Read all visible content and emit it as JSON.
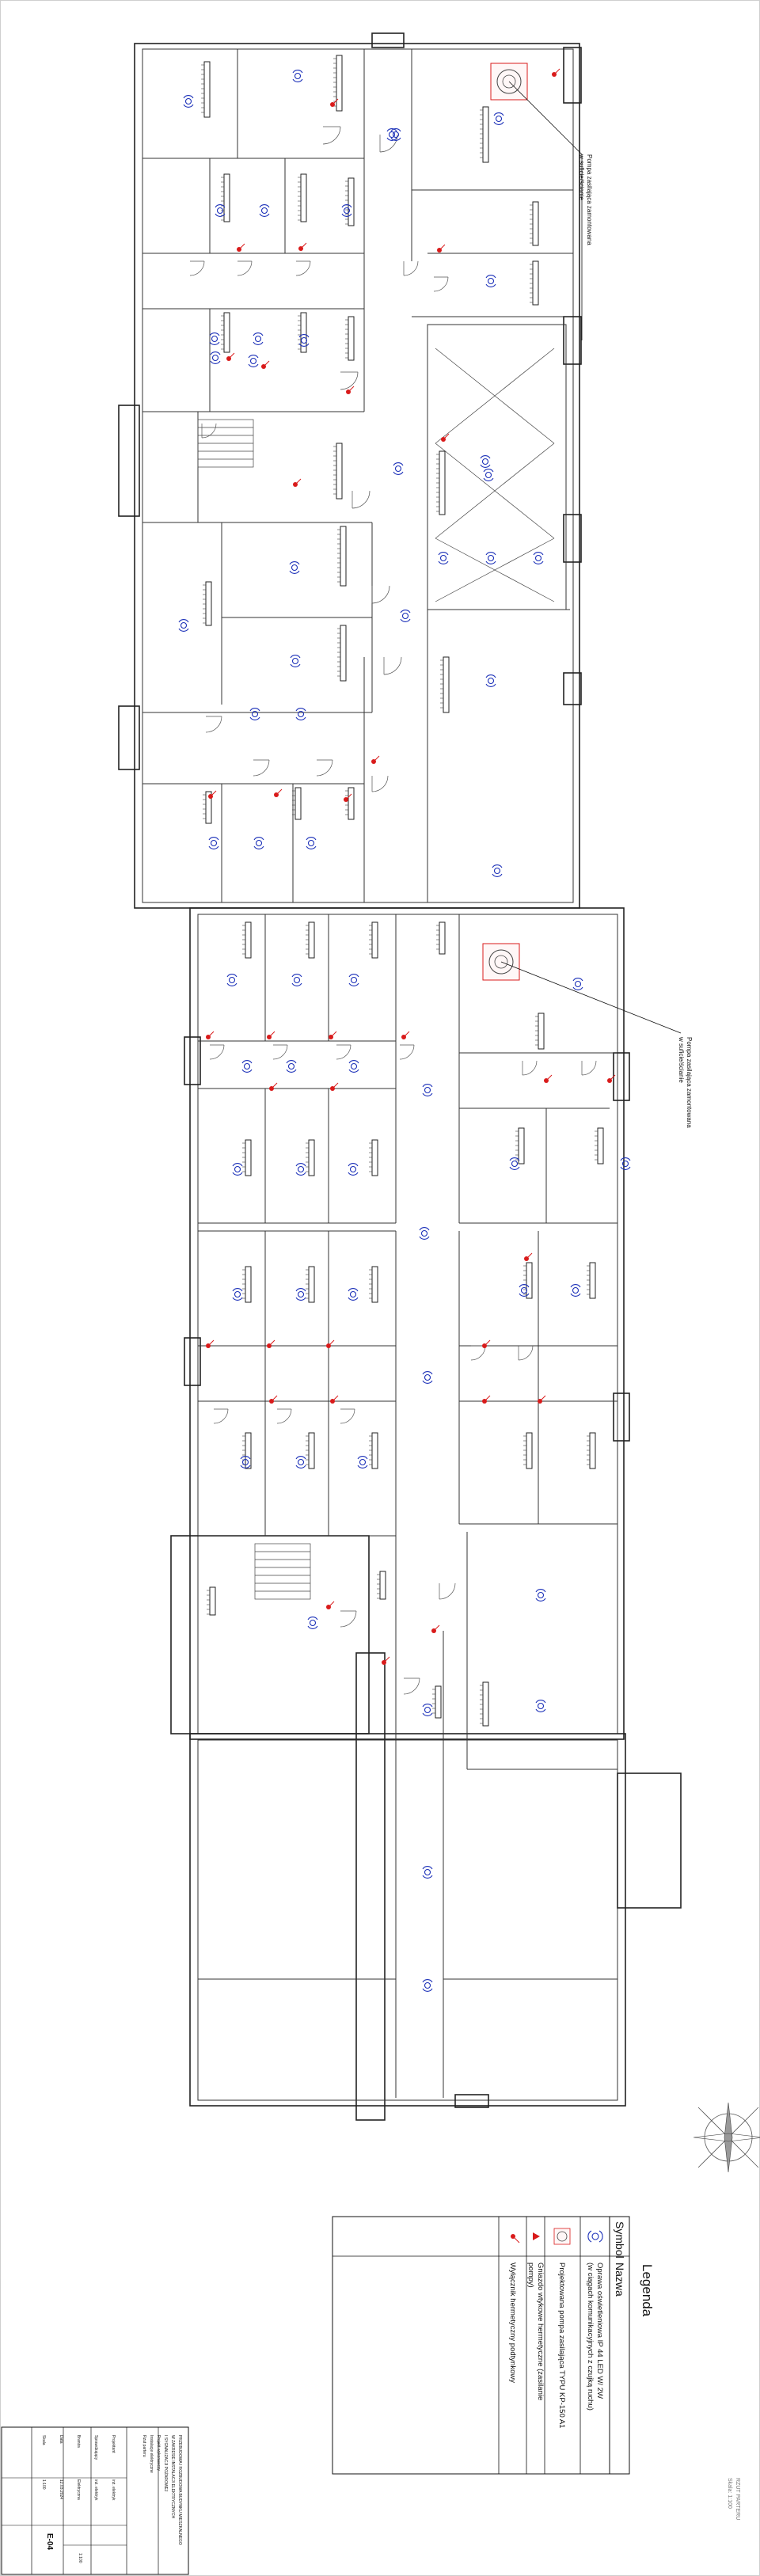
{
  "callouts": {
    "upper": "Pompa zasilająca zamontowana\nw suficie/ścianie",
    "lower": "Pompa zasilająca zamontowana\nw suficie/ścianie"
  },
  "legend": {
    "title": "Legenda",
    "col_symbol": "Symbol",
    "col_name": "Nazwa",
    "rows": [
      {
        "icon": "detector-icon",
        "text": "Oprawa oświetleniowa IP 44 LED W/ 2W\n(w ciągach komunikacyjnych z czujką ruchu)"
      },
      {
        "icon": "pump-icon",
        "text": "Projektowana pompa zasilająca TYPU KP-150 A1"
      },
      {
        "icon": "socket-icon",
        "text": "Gniazdo wtykowe hermetyczne (zasilanie\npompy)"
      },
      {
        "icon": "switch-icon",
        "text": "Wyłącznik hermetyczny podtynkowy"
      }
    ]
  },
  "title_block": {
    "lines": [
      "PRZEBUDOWA I ROZBUDOWA BUDYNKU MIESZKALNEGO",
      "W ZAKRESIE INSTALACJI ELEKTRYCZNYCH",
      "I SYGNALIZACJI POŻAROWEJ",
      "Projekt wykonawczy",
      "Instalacje elektryczne",
      "Rzut parteru"
    ],
    "fields": [
      "Projektant",
      "Sprawdzający",
      "Branża",
      "Data",
      "Skala"
    ],
    "values": [
      "inż. elektryk",
      "inż. elektryk",
      "Elektryczna",
      "12.03.2024",
      "1:100"
    ],
    "sheet": "E-04",
    "scale": "1:100"
  },
  "stamp": [
    "RZUT PARTERU",
    "Skala: 1:100"
  ],
  "colors": {
    "detector": "#1a2fb8",
    "switch": "#d91b1b",
    "walls": "#222222"
  }
}
